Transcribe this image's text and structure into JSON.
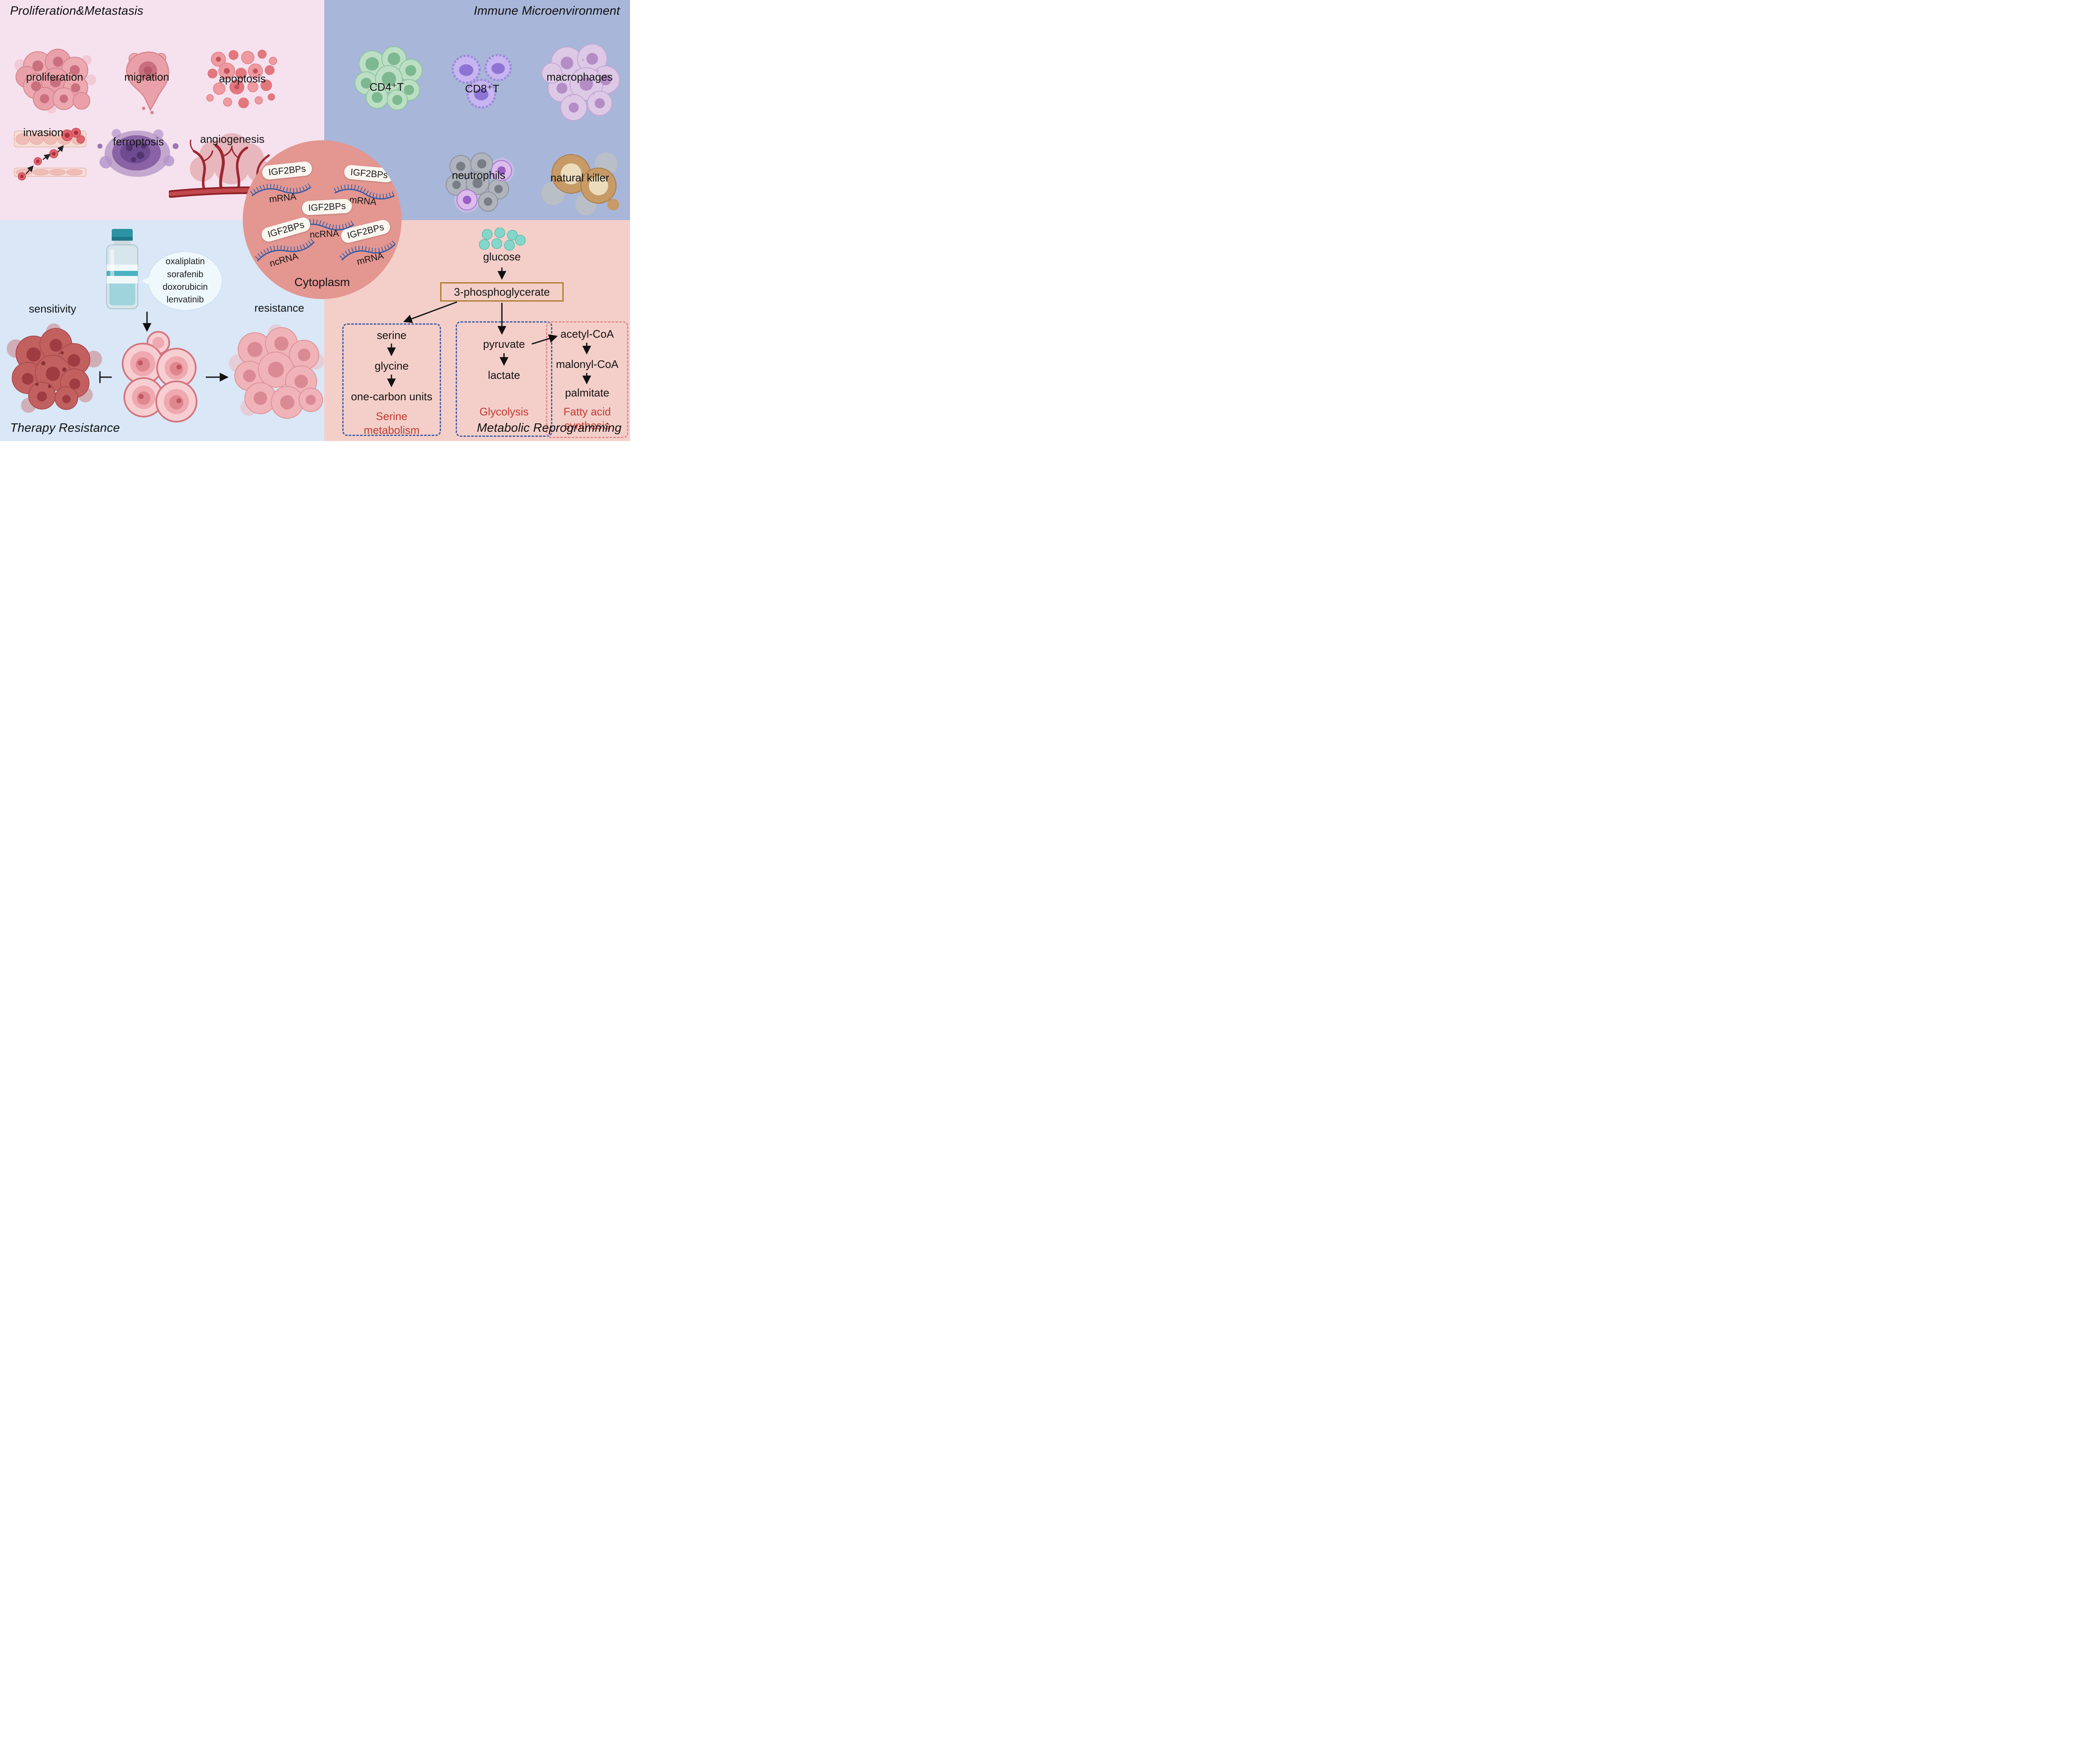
{
  "quadrants": {
    "proliferation_metastasis": {
      "title": "Proliferation&Metastasis",
      "items": {
        "proliferation": "proliferation",
        "migration": "migration",
        "apoptosis": "apoptosis",
        "invasion": "invasion",
        "ferroptosis": "ferroptosis",
        "angiogenesis": "angiogenesis"
      }
    },
    "immune_microenvironment": {
      "title": "Immune Microenvironment",
      "items": {
        "cd4t": "CD4⁺T",
        "cd8t": "CD8⁺T",
        "macrophages": "macrophages",
        "neutrophils": "neutrophils",
        "natural_killer": "natural killer"
      }
    },
    "therapy_resistance": {
      "title": "Therapy Resistance",
      "drugs": [
        "oxaliplatin",
        "sorafenib",
        "doxorubicin",
        "lenvatinib"
      ],
      "sensitivity": "sensitivity",
      "resistance": "resistance"
    },
    "metabolic_reprogramming": {
      "title": "Metabolic Reprogramming",
      "glucose": "glucose",
      "intermediate": "3-phosphoglycerate",
      "serine_pathway": {
        "step1": "serine",
        "step2": "glycine",
        "step3": "one-carbon units",
        "name": "Serine metabolism"
      },
      "glycolysis_pathway": {
        "step1": "pyruvate",
        "step2": "lactate",
        "name": "Glycolysis"
      },
      "fatty_acid_pathway": {
        "step1": "acetyl-CoA",
        "step2": "malonyl-CoA",
        "step3": "palmitate",
        "name": "Fatty acid synthesis"
      }
    }
  },
  "center": {
    "label": "Cytoplasm",
    "complexes": [
      {
        "protein": "IGF2BPs",
        "rna": "mRNA"
      },
      {
        "protein": "IGF2BPs",
        "rna": "mRNA"
      },
      {
        "protein": "IGF2BPs",
        "rna": "ncRNA"
      },
      {
        "protein": "IGF2BPs",
        "rna": "ncRNA"
      },
      {
        "protein": "IGF2BPs",
        "rna": "mRNA"
      }
    ]
  },
  "colors": {
    "quadrant_proliferation_bg": "#f6e2ee",
    "quadrant_immune_bg": "#a8b6d9",
    "quadrant_therapy_bg": "#d9e7f7",
    "quadrant_metabolic_bg": "#f4cfc9",
    "cytoplasm_circle_bg": "#e49691",
    "pathway_name_text": "#c23b33",
    "serine_glycolysis_box_border": "#3f5aa8",
    "fatty_acid_box_border": "#e2888c",
    "phosphoglycerate_box_border": "#ad7c2e"
  }
}
